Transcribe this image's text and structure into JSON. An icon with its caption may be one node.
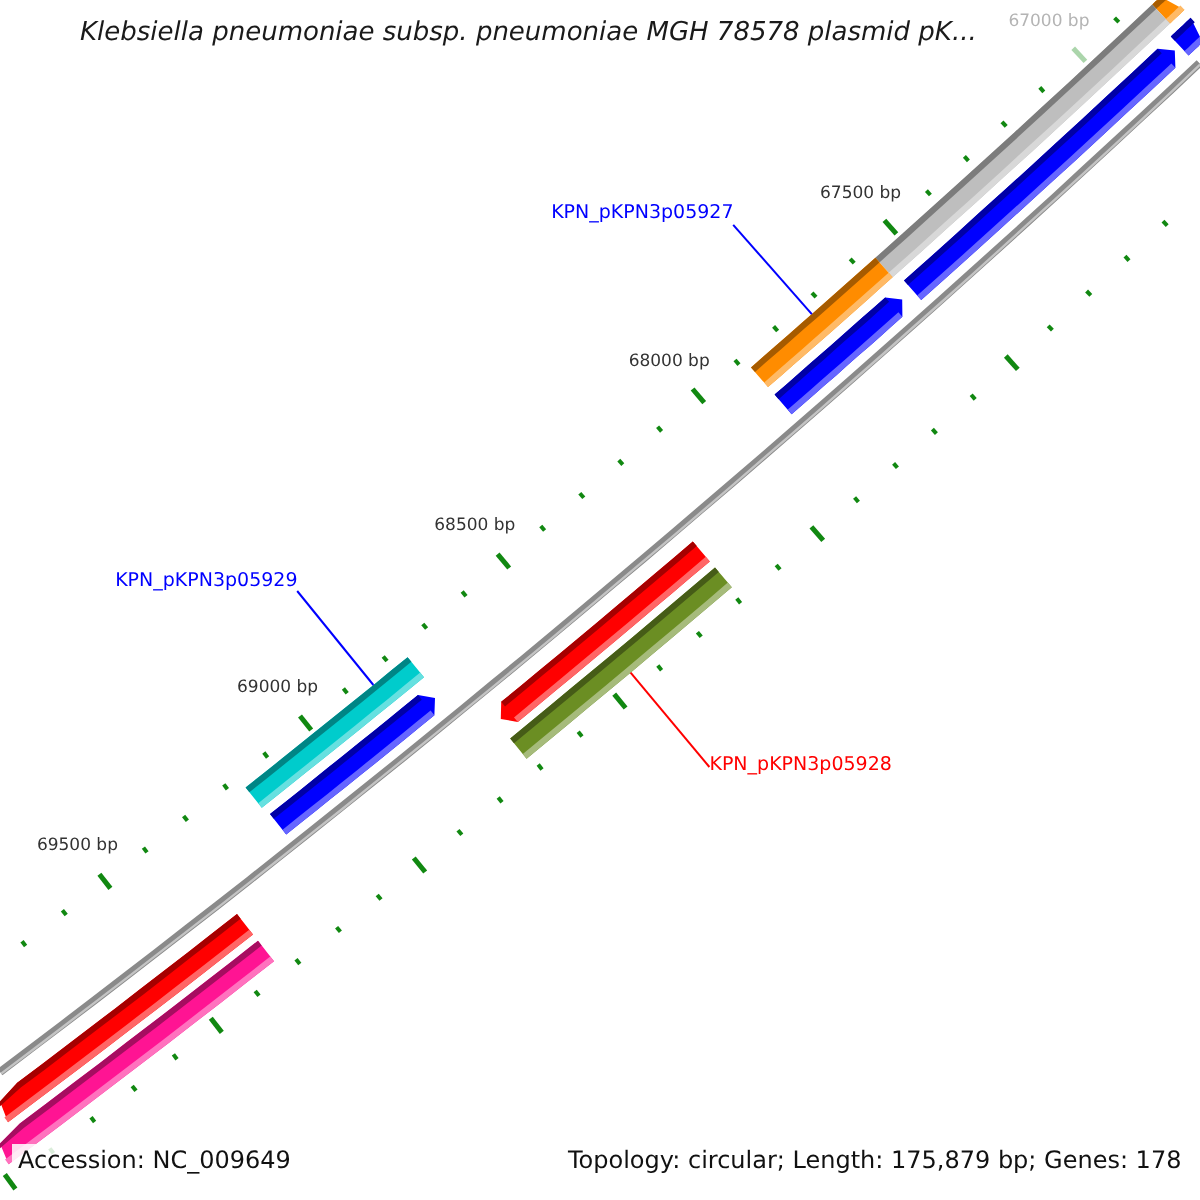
{
  "diagram": {
    "title": "Klebsiella pneumoniae subsp. pneumoniae MGH 78578 plasmid pK...",
    "nodes": [
      {
        "text": [
          "KPN_pKPN3p05927"
        ]
      },
      {
        "text": [],
        "shape": "bar"
      },
      {
        "text": [
          "KPN_pKPN3p05929"
        ]
      },
      {
        "text": [],
        "shape": "bar"
      },
      {
        "text": [
          "KPN_pKPN3p05928"
        ]
      },
      {
        "text": [],
        "shape": "bar"
      }
    ],
    "edges": [
      {
        "from": 0,
        "to": 1,
        "arrow": "none"
      },
      {
        "from": 2,
        "to": 3,
        "arrow": "none"
      },
      {
        "from": 4,
        "to": 5,
        "arrow": "none",
        "color": "#ff0000"
      }
    ],
    "labels": [
      "67000 bp",
      "67500 bp",
      "68000 bp",
      "68500 bp",
      "69000 bp",
      "69500 bp",
      "Accession: NC_009649",
      "Topology: circular; Length: 175,879 bp; Genes: 178"
    ]
  }
}
